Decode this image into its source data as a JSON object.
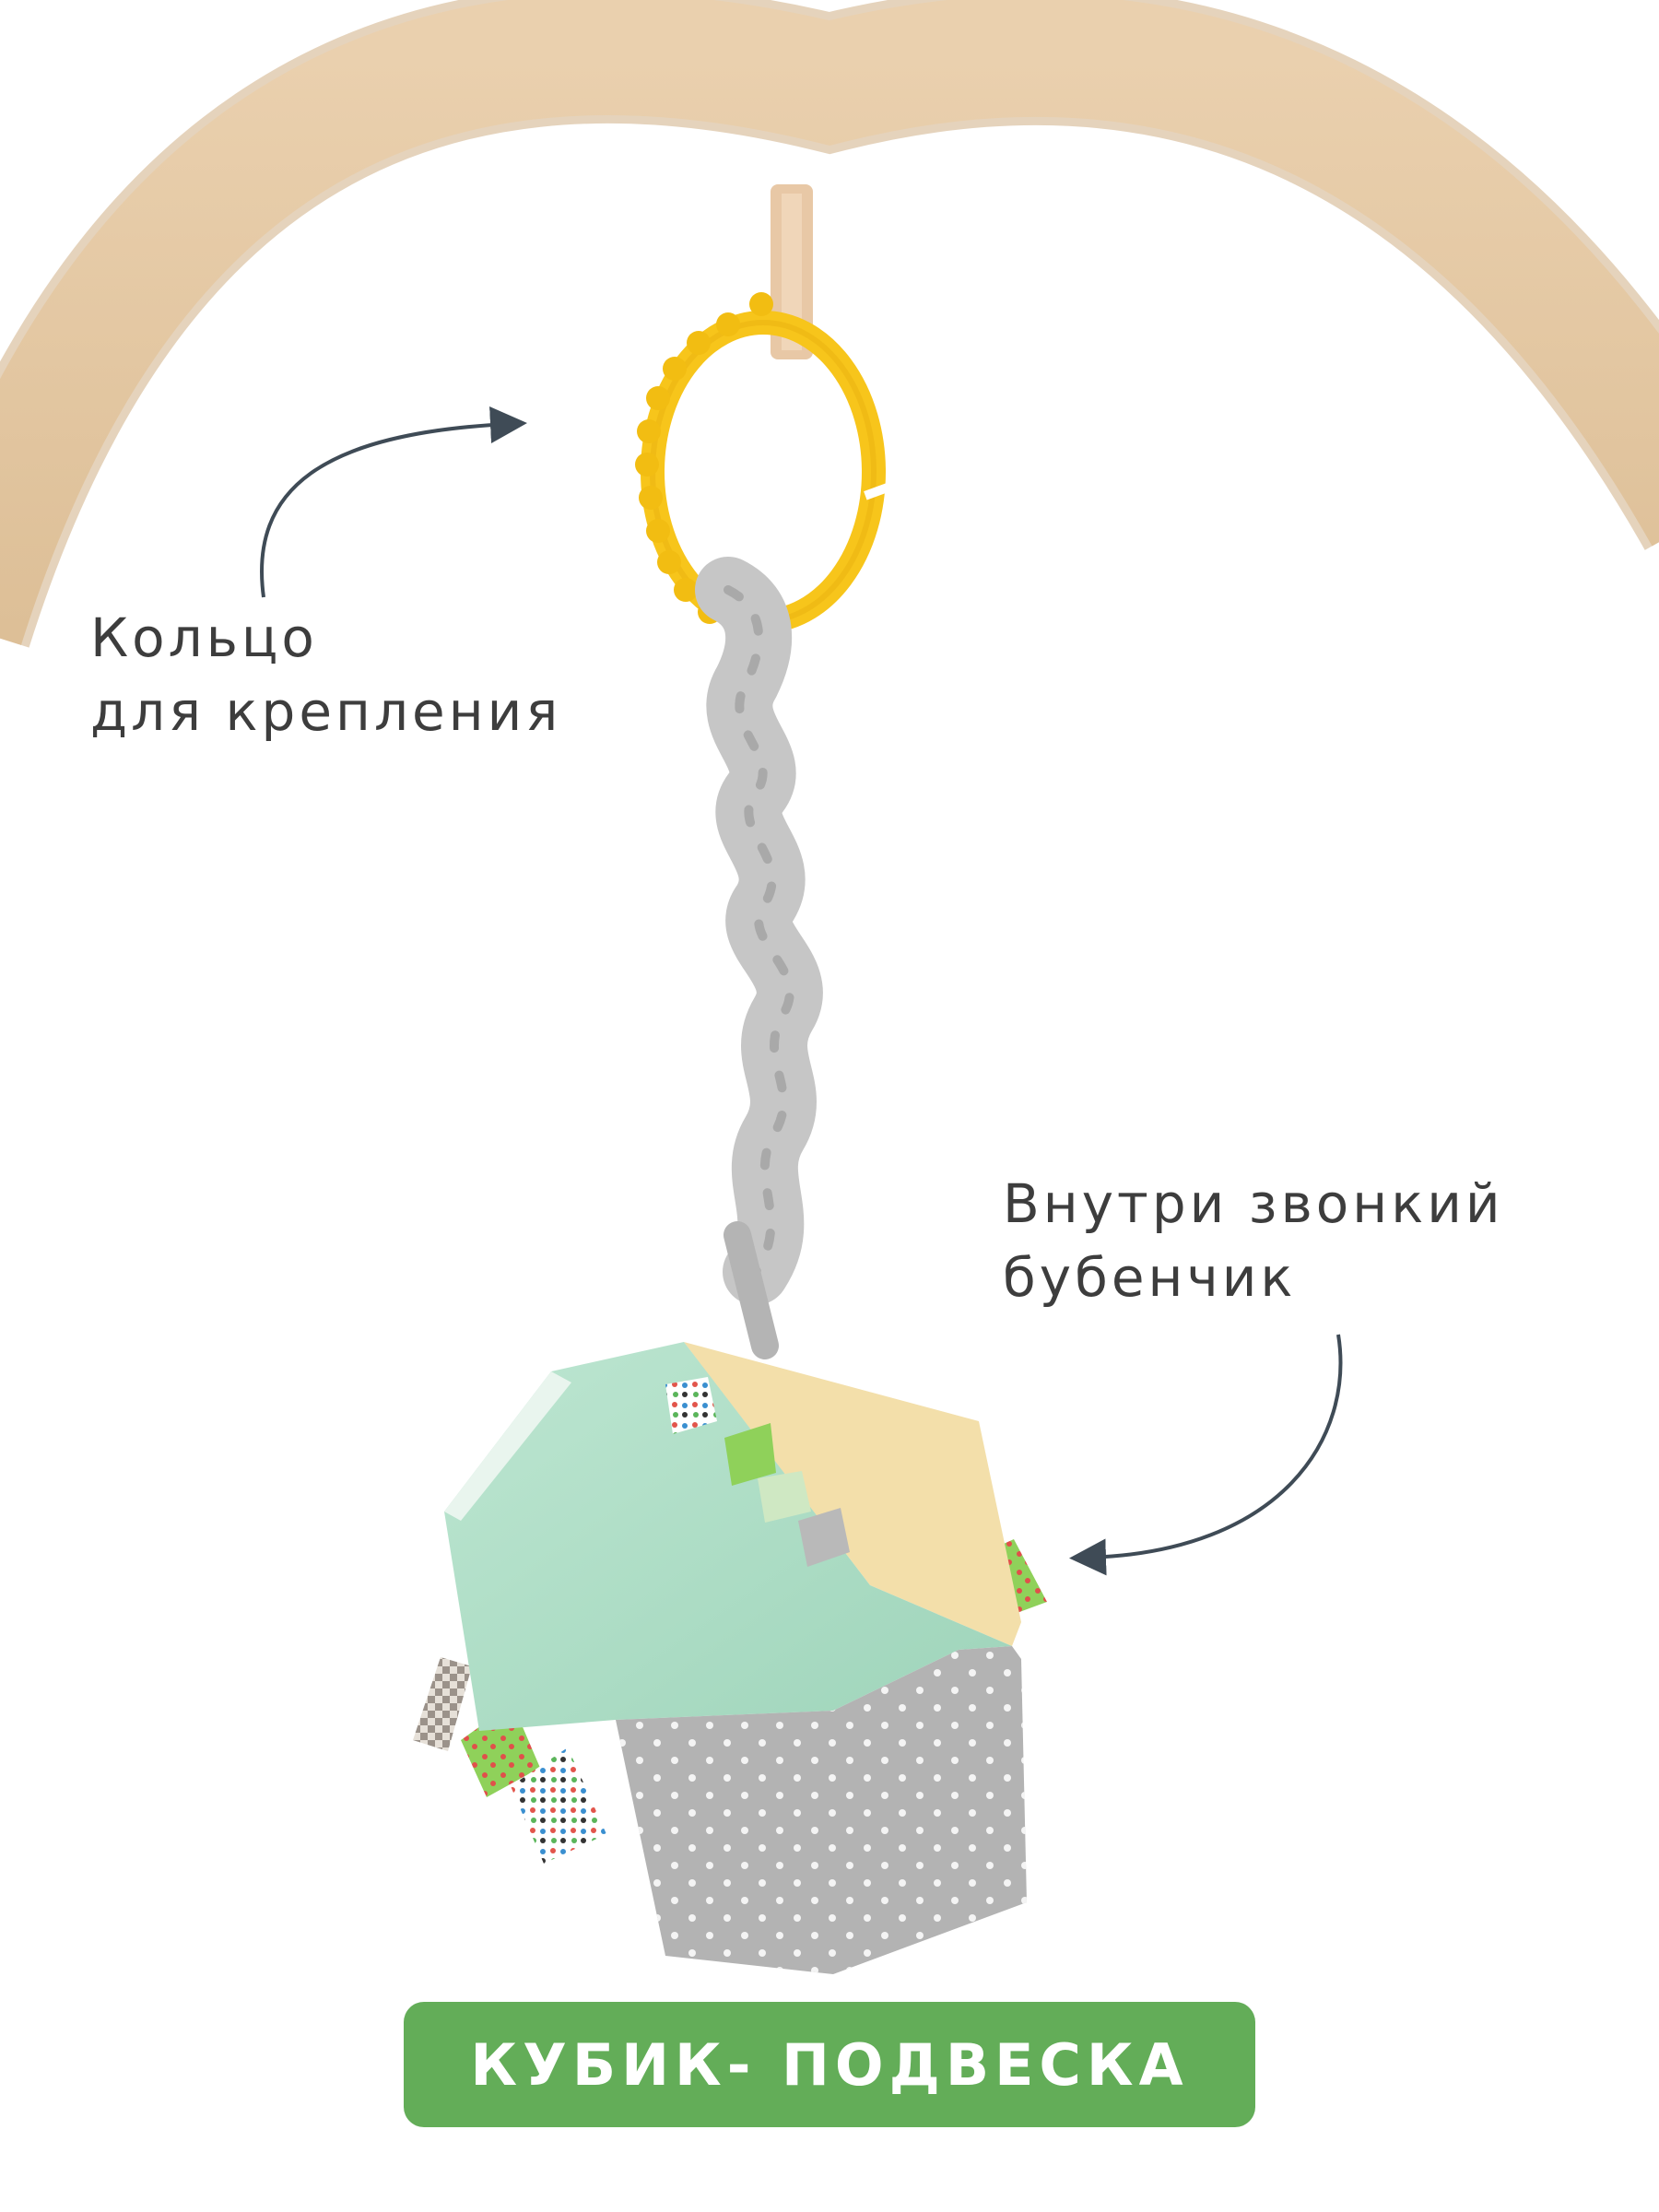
{
  "annotations": {
    "ring": {
      "line1": "Кольцо",
      "line2": "для крепления"
    },
    "bell": {
      "line1": "Внутри звонкий",
      "line2": "бубенчик"
    }
  },
  "badge": {
    "label": "КУБИК- ПОДВЕСКА"
  },
  "colors": {
    "arch": "#e4c7a3",
    "ring": "#f7c51b",
    "strap": "#bfbfbf",
    "cube_mint": "#a9dcc4",
    "cube_yellow": "#f6e3ae",
    "cube_gray": "#b5b5b5",
    "badge": "#63ad58",
    "arrow": "#3f4b56"
  }
}
